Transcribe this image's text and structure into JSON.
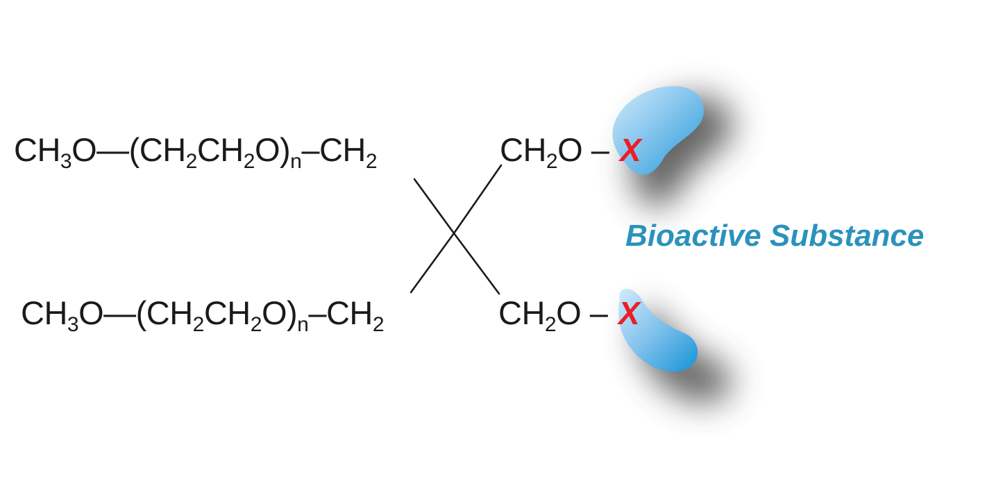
{
  "chains": {
    "top_left": {
      "pre": "CH",
      "sub1": "3",
      "mid1": "O—(CH",
      "sub2": "2",
      "mid2": "CH",
      "sub3": "2",
      "mid3": "O)",
      "sub4": "n",
      "mid4": "–CH",
      "sub5": "2"
    },
    "bottom_left": {
      "pre": "CH",
      "sub1": "3",
      "mid1": "O—(CH",
      "sub2": "2",
      "mid2": "CH",
      "sub3": "2",
      "mid3": "O)",
      "sub4": "n",
      "mid4": "–CH",
      "sub5": "2"
    },
    "top_right": {
      "pre": "CH",
      "sub1": "2",
      "post": "O –"
    },
    "bottom_right": {
      "pre": "CH",
      "sub1": "2",
      "post": "O –"
    }
  },
  "linker": {
    "top": "X",
    "bottom": "X"
  },
  "label": "Bioactive Substance",
  "colors": {
    "formula_text": "#1a1a1a",
    "label_text": "#2a92bb",
    "linker_text": "#ee1c24",
    "blob_light": "#bfe0f5",
    "blob_dark": "#1e9ad8",
    "shadow": "#555555"
  },
  "icons": {
    "top_blob": "bioactive-blob-icon",
    "bottom_blob": "bioactive-blob-icon"
  }
}
